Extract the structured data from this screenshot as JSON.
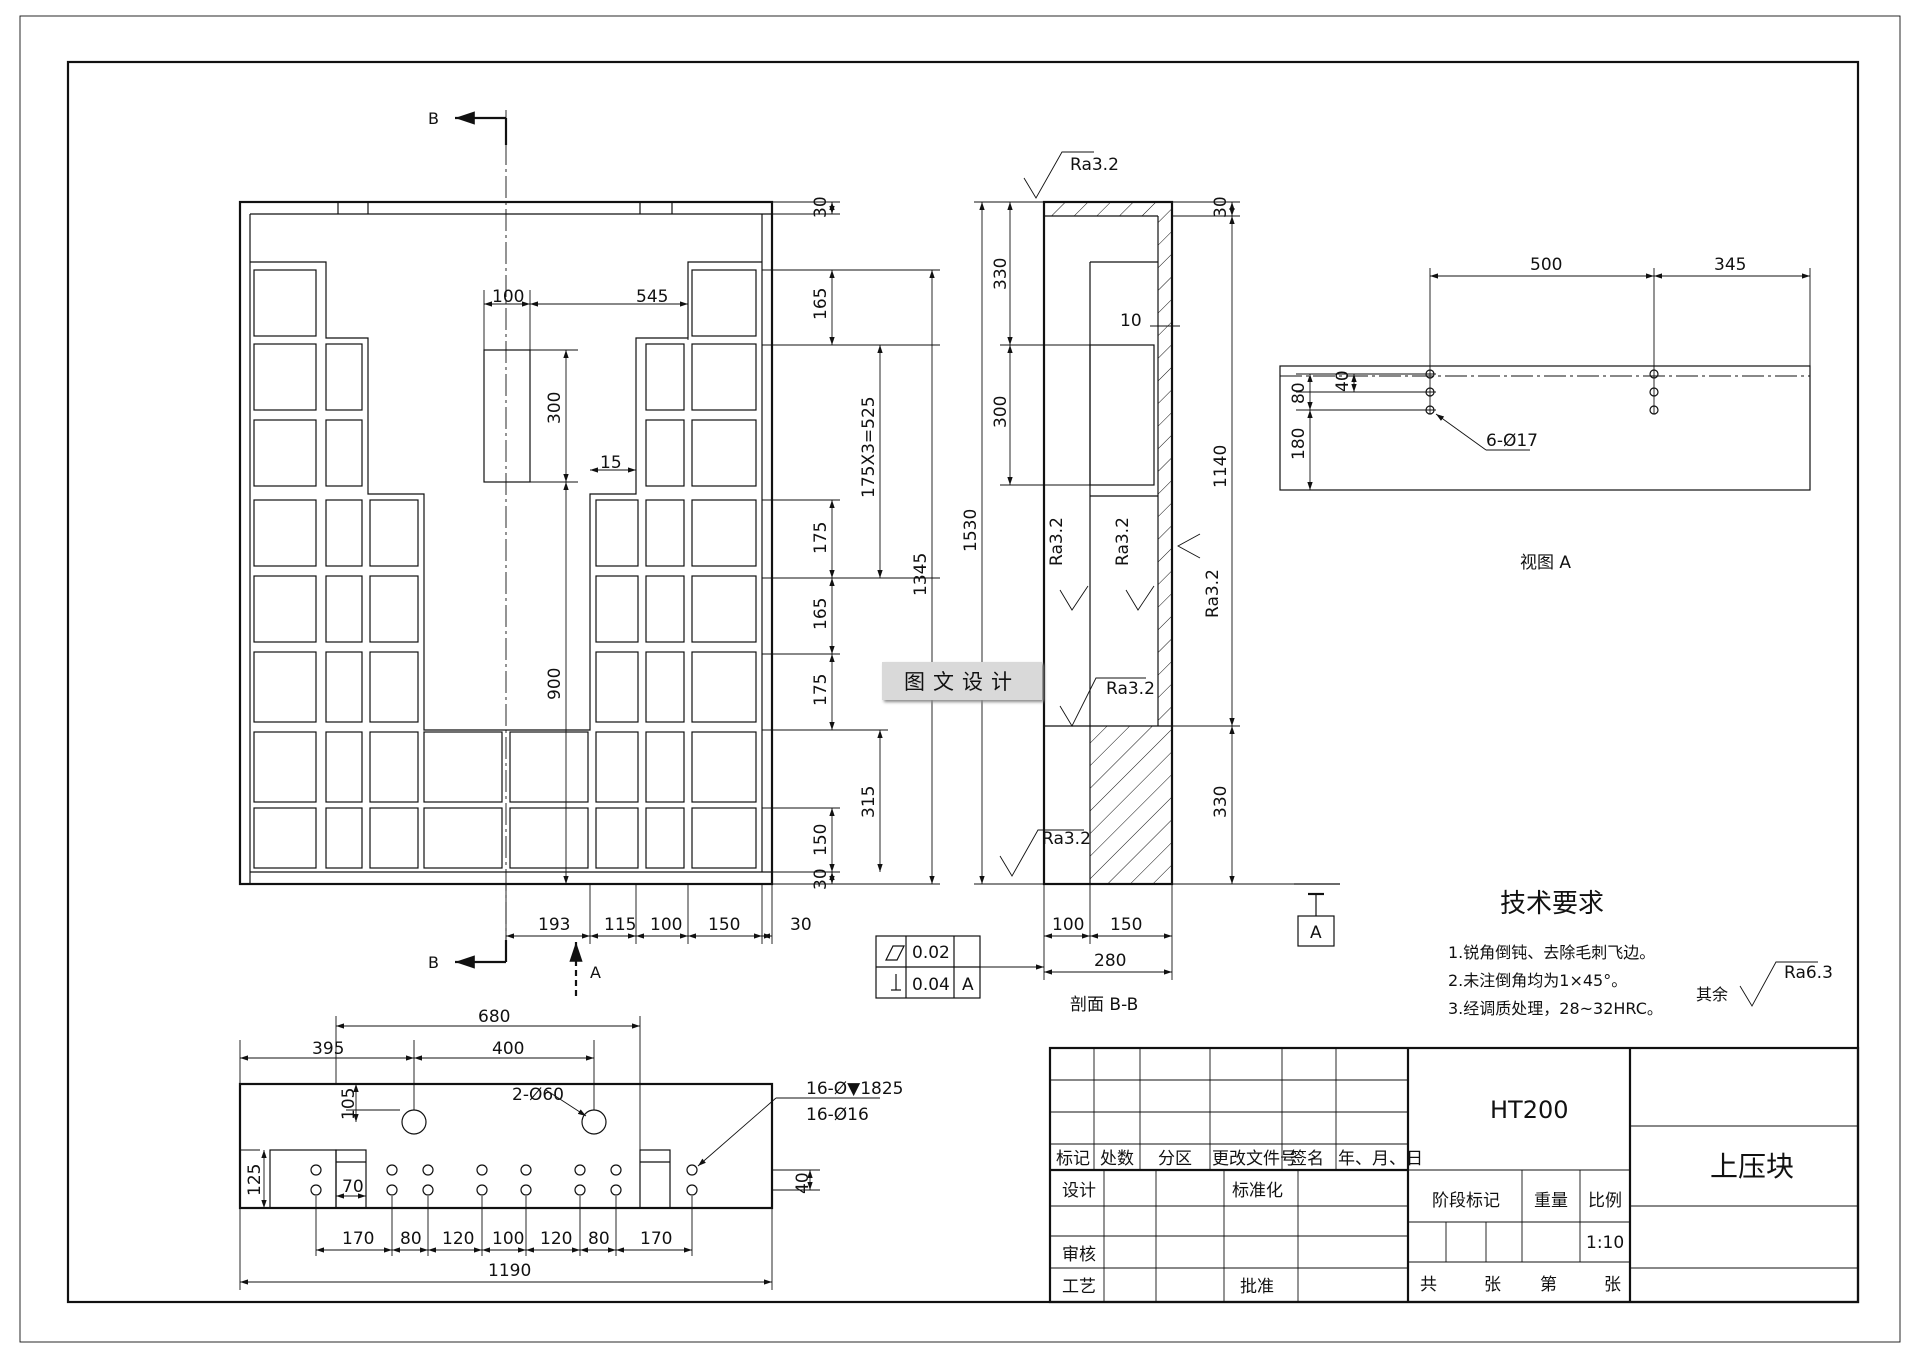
{
  "section_markers": {
    "b": "B",
    "a": "A"
  },
  "front_view": {
    "dims": {
      "d100": "100",
      "d545": "545",
      "d300": "300",
      "d15": "15",
      "d900": "900",
      "d30_top": "30",
      "d165_a": "165",
      "d175x3": "175X3=525",
      "d175_a": "175",
      "d165_b": "165",
      "d175_b": "175",
      "d315": "315",
      "d150": "150",
      "d30_bot": "30",
      "d1345": "1345",
      "d193": "193",
      "d115": "115",
      "d100_b": "100",
      "d150_b": "150",
      "d30_r": "30"
    }
  },
  "section_view": {
    "title": "剖面  B-B",
    "dims": {
      "d30": "30",
      "d330_top": "330",
      "d300": "300",
      "d1530": "1530",
      "d10": "10",
      "d1140": "1140",
      "d330_bot": "330",
      "d100": "100",
      "d150": "150",
      "d280": "280"
    },
    "roughness": {
      "r1": "Ra3.2",
      "r2": "Ra3.2",
      "r3": "Ra3.2",
      "r4": "Ra3.2",
      "r5": "Ra3.2",
      "r6": "Ra3.2"
    }
  },
  "view_a": {
    "title": "视图 A",
    "dims": {
      "d500": "500",
      "d345": "345",
      "d40": "40",
      "d80": "80",
      "d180": "180",
      "holes": "6-Ø17"
    }
  },
  "datum": {
    "label": "A"
  },
  "tolerance": {
    "row1": {
      "value": "0.02",
      "datum": ""
    },
    "row2": {
      "value": "0.04",
      "datum": "A"
    }
  },
  "top_view": {
    "dims": {
      "d680": "680",
      "d395": "395",
      "d400": "400",
      "d105": "105",
      "d2_60": "2-Ø60",
      "d16_a": "16-Ø▼1825",
      "d16_b": "16-Ø16",
      "d125": "125",
      "d70": "70",
      "d40": "40",
      "d170_l": "170",
      "d80_l": "80",
      "d120_l": "120",
      "d100": "100",
      "d120_r": "120",
      "d80_r": "80",
      "d170_r": "170",
      "d1190": "1190"
    }
  },
  "tech_req": {
    "title": "技术要求",
    "items": [
      "1.锐角倒钝、去除毛刺飞边。",
      "2.未注倒角均为1×45°。",
      "3.经调质处理，28~32HRC。"
    ],
    "rest_label": "其余",
    "rest_ra": "Ra6.3"
  },
  "title_block": {
    "headers": [
      "标记",
      "处数",
      "分区",
      "更改文件号",
      "签名",
      "年、月、日"
    ],
    "design": "设计",
    "standard": "标准化",
    "review": "审核",
    "process": "工艺",
    "approve": "批准",
    "stage": "阶段标记",
    "weight": "重量",
    "scale_label": "比例",
    "scale": "1:10",
    "sheet": [
      "共",
      "张",
      "第",
      "张"
    ],
    "material": "HT200",
    "part_name": "上压块"
  },
  "watermark": "图文设计"
}
